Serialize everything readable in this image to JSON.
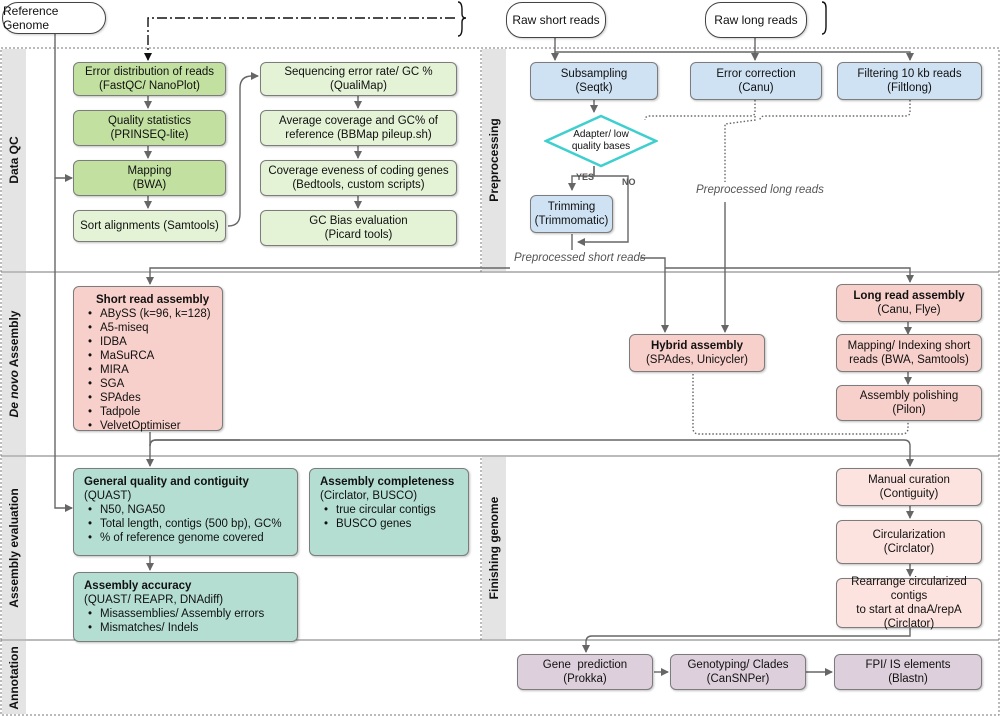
{
  "inputs": {
    "reference_genome": "Reference Genome",
    "raw_short_reads": "Raw short reads",
    "raw_long_reads": "Raw long reads"
  },
  "sections": {
    "data_qc": "Data QC",
    "de_novo_1": "De novo",
    "de_novo_2": " Assembly",
    "assembly_evaluation": "Assembly evaluation",
    "annotation": "Annotation",
    "preprocessing": "Preprocessing",
    "finishing_genome": "Finishing genome"
  },
  "qc_left": [
    {
      "l1": "Error distribution of reads",
      "l2": "(FastQC/ NanoPlot)"
    },
    {
      "l1": "Quality statistics",
      "l2": "(PRINSEQ-lite)"
    },
    {
      "l1": "Mapping",
      "l2": "(BWA)"
    },
    {
      "l1": "Sort alignments (Samtools)",
      "l2": ""
    }
  ],
  "qc_right": [
    {
      "l1": "Sequencing error rate/ GC %",
      "l2": "(QualiMap)"
    },
    {
      "l1": "Average coverage and GC% of",
      "l2": "reference (BBMap pileup.sh)"
    },
    {
      "l1": "Coverage eveness of coding genes",
      "l2": "(Bedtools, custom scripts)"
    },
    {
      "l1": "GC Bias evaluation",
      "l2": "(Picard tools)"
    }
  ],
  "preprocessing": {
    "subsampling": {
      "l1": "Subsampling",
      "l2": "(Seqtk)"
    },
    "error_correction": {
      "l1": "Error correction",
      "l2": "(Canu)"
    },
    "filtering": {
      "l1": "Filtering 10 kb reads",
      "l2": "(Filtlong)"
    },
    "decision": {
      "l1": "Adapter/ low",
      "l2": "quality bases"
    },
    "yes": "YES",
    "no": "NO",
    "trimming": {
      "l1": "Trimming",
      "l2": "(Trimmomatic)"
    },
    "preprocessed_short": "Preprocessed short reads",
    "preprocessed_long": "Preprocessed long reads"
  },
  "assembly": {
    "short": {
      "title": "Short read assembly",
      "items": [
        "ABySS (k=96, k=128)",
        "A5-miseq",
        "IDBA",
        "MaSuRCA",
        "MIRA",
        "SGA",
        "SPAdes",
        "Tadpole",
        "VelvetOptimiser"
      ]
    },
    "hybrid": {
      "title": "Hybrid assembly",
      "tools": "(SPAdes, Unicycler)"
    },
    "long": {
      "title": "Long read assembly",
      "tools": "(Canu, Flye)"
    },
    "mapping": {
      "l1": "Mapping/ Indexing short",
      "l2": "reads (BWA, Samtools)"
    },
    "polishing": {
      "l1": "Assembly polishing",
      "l2": "(Pilon)"
    }
  },
  "evaluation": {
    "quality": {
      "title": "General quality and contiguity",
      "tools": "(QUAST)",
      "items": [
        "N50, NGA50",
        "Total length, contigs (500 bp), GC%",
        "% of reference genome covered"
      ]
    },
    "completeness": {
      "title": "Assembly completeness",
      "tools": "(Circlator, BUSCO)",
      "items": [
        "true circular contigs",
        "BUSCO genes"
      ]
    },
    "accuracy": {
      "title": "Assembly accuracy",
      "tools": "(QUAST/ REAPR, DNAdiff)",
      "items": [
        "Misassemblies/ Assembly errors",
        "Mismatches/ Indels"
      ]
    }
  },
  "finishing": [
    {
      "l1": "Manual curation",
      "l2": "(Contiguity)",
      "l3": ""
    },
    {
      "l1": "Circularization",
      "l2": "(Circlator)",
      "l3": ""
    },
    {
      "l1": "Rearrange circularized contigs",
      "l2": "to start at dnaA/repA",
      "l3": "(Circlator)"
    }
  ],
  "annotation": [
    {
      "l1": "Gene  prediction",
      "l2": "(Prokka)"
    },
    {
      "l1": "Genotyping/ Clades",
      "l2": "(CanSNPer)"
    },
    {
      "l1": "FPI/ IS elements",
      "l2": "(Blastn)"
    }
  ]
}
